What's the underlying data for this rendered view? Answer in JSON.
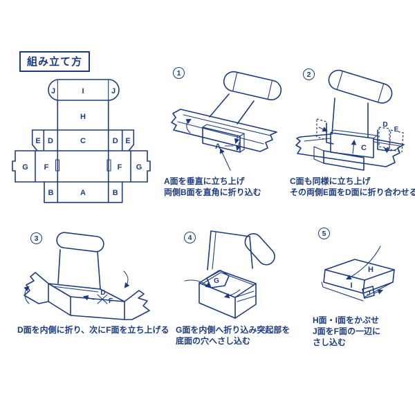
{
  "page": {
    "title": "組み立て方",
    "colors": {
      "line": "#1c3a80",
      "text": "#1c3a80",
      "background": "#ffffff"
    }
  },
  "template_diagram": {
    "labels": {
      "A": "A",
      "B": "B",
      "C": "C",
      "D": "D",
      "E": "E",
      "F": "F",
      "G": "G",
      "H": "H",
      "I": "I",
      "J": "J"
    }
  },
  "steps": [
    {
      "number": "1",
      "labels": {
        "A": "A"
      },
      "caption_lines": [
        "A面を垂直に立ち上げ",
        "両側B面を直角に折り込む"
      ]
    },
    {
      "number": "2",
      "labels": {
        "C": "C",
        "D": "D",
        "E": "E"
      },
      "caption_lines": [
        "C面も同様に立ち上げ",
        "その両側E面をD面に折り合わせる"
      ]
    },
    {
      "number": "3",
      "labels": {
        "D": "D",
        "F": "F"
      },
      "caption_lines": [
        "D面を内側に折り、次にF面を立ち上げる"
      ]
    },
    {
      "number": "4",
      "labels": {
        "G": "G"
      },
      "caption_lines": [
        "G面を内側へ折り込み突起部を",
        "底面の穴へさし込む"
      ]
    },
    {
      "number": "5",
      "labels": {
        "H": "H",
        "I": "I",
        "J": "J"
      },
      "caption_lines": [
        "H面・I面をかぶせ",
        "J面をF面の一辺に",
        "さし込む"
      ]
    }
  ]
}
